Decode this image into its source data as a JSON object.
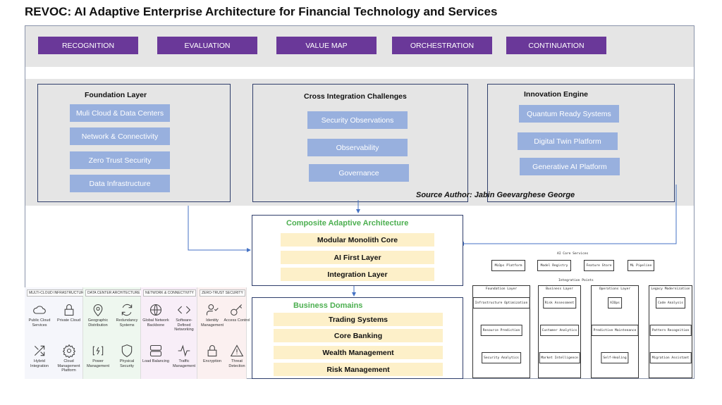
{
  "title": "REVOC: AI Adaptive Enterprise Architecture for Financial Technology and Services",
  "phases": [
    "RECOGNITION",
    "EVALUATION",
    "VALUE MAP",
    "ORCHESTRATION",
    "CONTINUATION"
  ],
  "foundation": {
    "title": "Foundation Layer",
    "items": [
      "Muli Cloud & Data Centers",
      "Network & Connectivity",
      "Zero Trust Security",
      "Data Infrastructure"
    ]
  },
  "cross": {
    "title": "Cross Integration Challenges",
    "items": [
      "Security Observations",
      "Observability",
      "Governance"
    ]
  },
  "innovation": {
    "title": "Innovation Engine",
    "items": [
      "Quantum Ready Systems",
      "Digital Twin Platform",
      "Generative AI Platform"
    ]
  },
  "source": "Source Author: Jabin Geevarghese George",
  "composite": {
    "title": "Composite Adaptive Architecture",
    "items": [
      "Modular Monolith Core",
      "AI First Layer",
      "Integration Layer"
    ]
  },
  "business": {
    "title": "Business Domains",
    "items": [
      "Trading Systems",
      "Core Banking",
      "Wealth Management",
      "Risk Management"
    ]
  },
  "panels": [
    {
      "tag": "MULTI-CLOUD INFRASTRUCTURE",
      "color": "#f5f6fb",
      "items": [
        {
          "icon": "cloud",
          "label": "Public Cloud Services"
        },
        {
          "icon": "lock",
          "label": "Private Cloud"
        },
        {
          "icon": "shuffle",
          "label": "Hybrid Integration"
        },
        {
          "icon": "gear",
          "label": "Cloud Management Platform"
        }
      ]
    },
    {
      "tag": "DATA CENTER ARCHITECTURE",
      "color": "#eef7ef",
      "items": [
        {
          "icon": "map-pin",
          "label": "Geographic Distribution"
        },
        {
          "icon": "refresh",
          "label": "Redundancy Systems"
        },
        {
          "icon": "power",
          "label": "Power Management"
        },
        {
          "icon": "shield",
          "label": "Physical Security"
        }
      ]
    },
    {
      "tag": "NETWORK & CONNECTIVITY",
      "color": "#f8eef8",
      "items": [
        {
          "icon": "globe",
          "label": "Global Network Backbone"
        },
        {
          "icon": "code",
          "label": "Software-Defined Networking"
        },
        {
          "icon": "server",
          "label": "Load Balancing"
        },
        {
          "icon": "activity",
          "label": "Traffic Management"
        }
      ]
    },
    {
      "tag": "ZERO-TRUST SECURITY",
      "color": "#fbf0f0",
      "items": [
        {
          "icon": "user-check",
          "label": "Identity Management"
        },
        {
          "icon": "key",
          "label": "Access Control"
        },
        {
          "icon": "lock",
          "label": "Encryption"
        },
        {
          "icon": "alert-triangle",
          "label": "Threat Detection"
        }
      ]
    }
  ],
  "ai_core": {
    "title": "AI Core Services",
    "services": [
      "MLOps Platform",
      "Model Registry",
      "Feature Store",
      "ML Pipeline"
    ],
    "integration_title": "Integration Points",
    "layers": [
      {
        "title": "Foundation Layer",
        "items": [
          "Infrastructure Optimization",
          "Resource Prediction",
          "Security Analytics"
        ]
      },
      {
        "title": "Business Layer",
        "items": [
          "Risk Assessment",
          "Customer Analytics",
          "Market Intelligence"
        ]
      },
      {
        "title": "Operations Layer",
        "items": [
          "AIOps",
          "Predictive Maintenance",
          "Self-Healing"
        ]
      },
      {
        "title": "Legacy Modernization",
        "items": [
          "Code Analysis",
          "Pattern Recognition",
          "Migration Assistant"
        ]
      }
    ]
  },
  "colors": {
    "phase": "#6a3899",
    "blue_item": "#98b0de",
    "cream_item": "#fdf0c9",
    "green_title": "#4caf50",
    "border": "#2f3e6b",
    "arrow": "#4472c4"
  }
}
